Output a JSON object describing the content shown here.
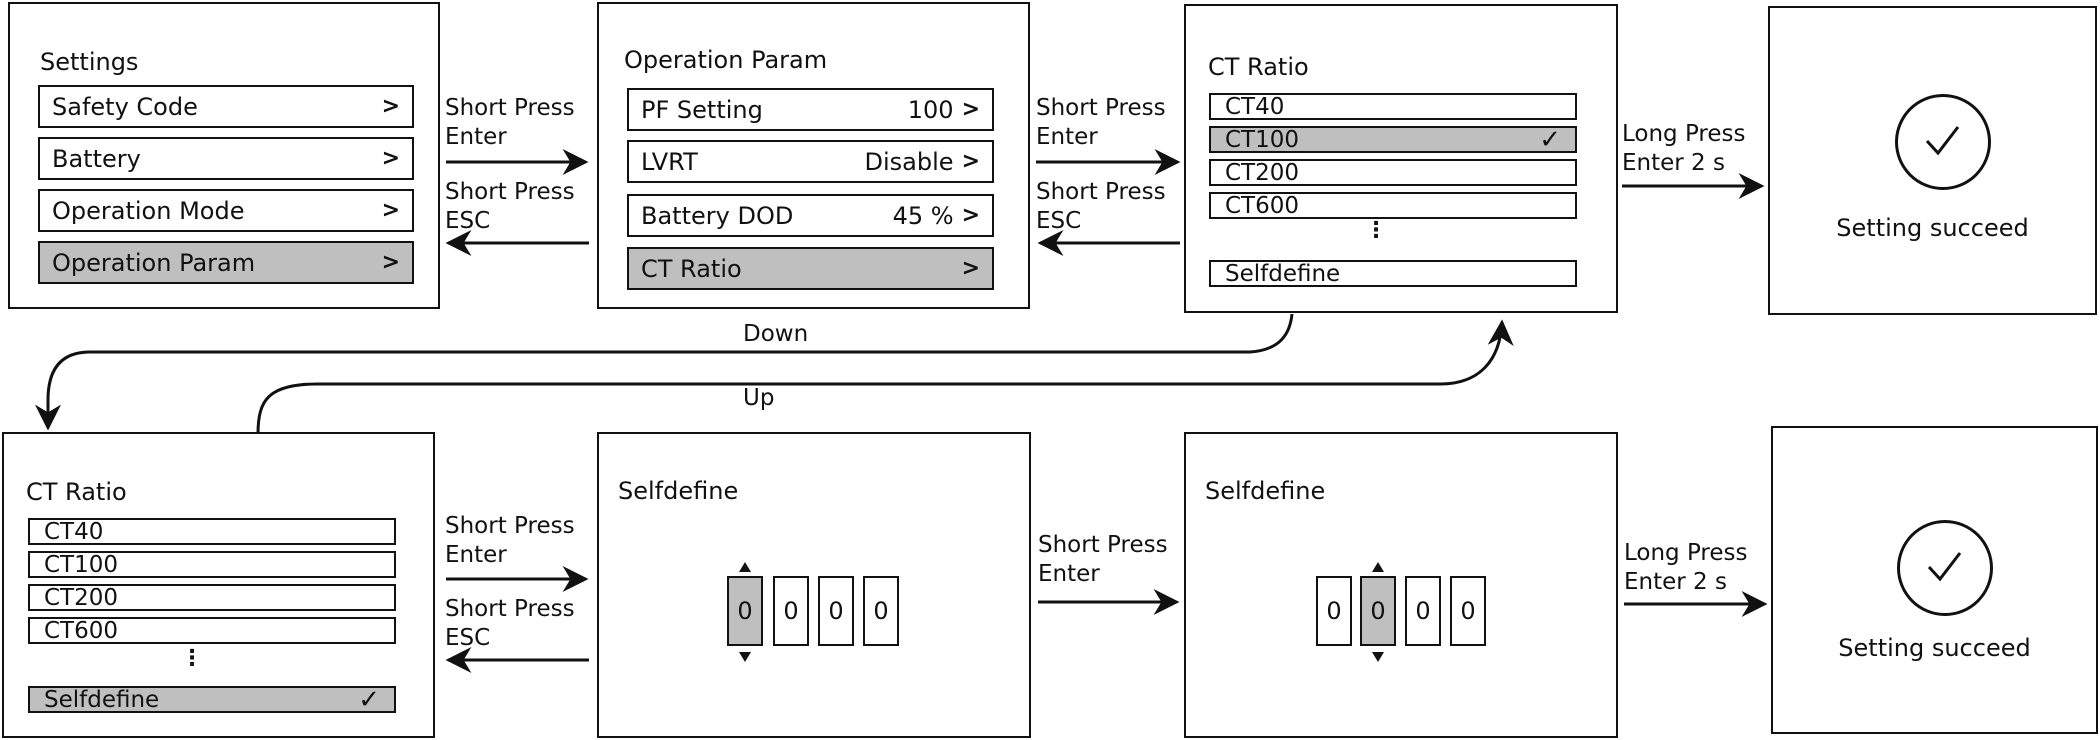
{
  "settings_panel": {
    "title": "Settings",
    "items": [
      {
        "label": "Safety Code",
        "chevron": ">"
      },
      {
        "label": "Battery",
        "chevron": ">"
      },
      {
        "label": "Operation Mode",
        "chevron": ">"
      },
      {
        "label": "Operation Param",
        "chevron": ">"
      }
    ]
  },
  "operation_param_panel": {
    "title": "Operation Param",
    "items": [
      {
        "label": "PF Setting",
        "value": "100",
        "chevron": ">"
      },
      {
        "label": "LVRT",
        "value": "Disable",
        "chevron": ">"
      },
      {
        "label": "Battery DOD",
        "value": "45 %",
        "chevron": ">"
      },
      {
        "label": "CT Ratio",
        "value": "",
        "chevron": ">"
      }
    ]
  },
  "ct_ratio_panel_top": {
    "title": "CT Ratio",
    "items": [
      "CT40",
      "CT100",
      "CT200",
      "CT600"
    ],
    "ellipsis": "⋮",
    "custom": "Selfdefine",
    "check": "✓"
  },
  "success_panel_top": {
    "caption": "Setting succeed"
  },
  "ct_ratio_panel_bottom": {
    "title": "CT Ratio",
    "items": [
      "CT40",
      "CT100",
      "CT200",
      "CT600"
    ],
    "ellipsis": "⋮",
    "custom": "Selfdefine",
    "check": "✓"
  },
  "selfdefine_panel_1": {
    "title": "Selfdefine",
    "digits": [
      "0",
      "0",
      "0",
      "0"
    ]
  },
  "selfdefine_panel_2": {
    "title": "Selfdefine",
    "digits": [
      "0",
      "0",
      "0",
      "0"
    ]
  },
  "success_panel_bottom": {
    "caption": "Setting succeed"
  },
  "labels": {
    "a1": "Short Press\nEnter",
    "a1_back": "Short Press\nESC",
    "a2": "Short Press\nEnter",
    "a2_back": "Short Press\nESC",
    "a3": "Long Press\nEnter 2 s",
    "down": "Down",
    "up": "Up",
    "b1": "Short Press\nEnter",
    "b1_back": "Short Press\nESC",
    "b2": "Short Press\nEnter",
    "b3": "Long Press\nEnter 2 s"
  }
}
